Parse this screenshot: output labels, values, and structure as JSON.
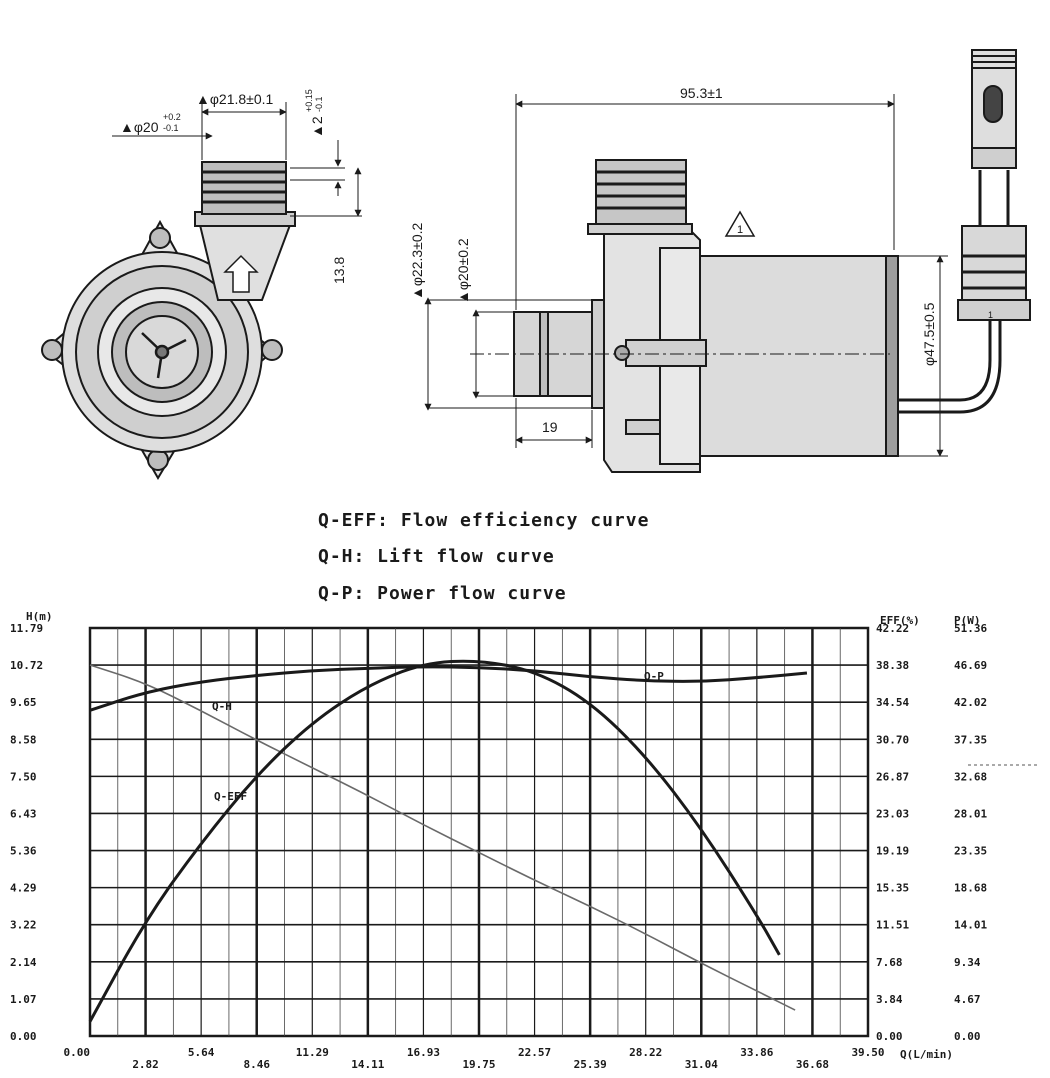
{
  "drawing": {
    "front_view": {
      "dims": {
        "d_outer": "▲φ21.8±0.1",
        "d_inner": "▲φ20",
        "d_inner_tol_plus": "+0.2",
        "d_inner_tol_minus": "-0.1",
        "small": "▲2",
        "small_tol_plus": "+0.15",
        "small_tol_minus": "-0.1",
        "height": "13.8"
      }
    },
    "side_view": {
      "dims": {
        "length": "95.3±1",
        "d_inlet_outer": "▲φ22.3±0.2",
        "d_inlet_inner": "▲φ20±0.2",
        "d_body": "φ47.5±0.5",
        "inlet_len": "19",
        "warning": "1"
      }
    },
    "connector_mark": "1"
  },
  "legend": [
    "Q-EFF: Flow efficiency curve",
    "Q-H: Lift flow curve",
    "Q-P: Power flow curve"
  ],
  "chart_data": {
    "type": "line",
    "left_axis_title": "H(m)",
    "eff_axis_title": "EFF(%)",
    "p_axis_title": "P(W)",
    "x_axis_title": "Q(L/min)",
    "xlim": [
      0,
      39.5
    ],
    "ylim_h": [
      0,
      11.79
    ],
    "x_ticks": [
      "0.00",
      "2.82",
      "5.64",
      "8.46",
      "11.29",
      "14.11",
      "16.93",
      "19.75",
      "22.57",
      "25.39",
      "28.22",
      "31.04",
      "33.86",
      "36.68",
      "39.50"
    ],
    "h_ticks": [
      "0.00",
      "1.07",
      "2.14",
      "3.22",
      "4.29",
      "5.36",
      "6.43",
      "7.50",
      "8.58",
      "9.65",
      "10.72",
      "11.79"
    ],
    "eff_ticks": [
      "0.00",
      "3.84",
      "7.68",
      "11.51",
      "15.35",
      "19.19",
      "23.03",
      "26.87",
      "30.70",
      "34.54",
      "38.38",
      "42.22"
    ],
    "p_ticks": [
      "0.00",
      "4.67",
      "9.34",
      "14.01",
      "18.68",
      "23.35",
      "28.01",
      "32.68",
      "37.35",
      "42.02",
      "46.69",
      "51.36"
    ],
    "series": [
      {
        "name": "Q-H",
        "axis": "H(m)",
        "x": [
          0,
          2.82,
          5.64,
          8.46,
          11.29,
          14.11,
          16.93,
          19.75,
          22.57,
          25.39,
          28.22,
          31.04,
          33.86,
          35.8
        ],
        "values": [
          10.72,
          10.2,
          9.4,
          8.55,
          7.75,
          6.95,
          6.1,
          5.3,
          4.5,
          3.75,
          2.95,
          2.1,
          1.3,
          0.75
        ]
      },
      {
        "name": "Q-EFF",
        "axis": "EFF(%)",
        "x": [
          0,
          2.82,
          5.64,
          8.46,
          11.29,
          14.11,
          16.93,
          19.75,
          22.57,
          25.39,
          28.22,
          31.04,
          33.86,
          35.0
        ],
        "values": [
          1.5,
          12.0,
          20.0,
          27.0,
          32.5,
          36.3,
          38.6,
          38.9,
          37.8,
          34.6,
          29.0,
          21.5,
          12.5,
          8.4
        ]
      },
      {
        "name": "Q-P",
        "axis": "P(W)",
        "x": [
          0,
          2.82,
          5.64,
          8.46,
          11.29,
          14.11,
          16.93,
          19.75,
          22.57,
          25.39,
          28.22,
          31.04,
          33.86,
          36.4
        ],
        "values": [
          41.0,
          43.3,
          44.6,
          45.4,
          46.0,
          46.3,
          46.5,
          46.4,
          46.0,
          45.2,
          44.7,
          44.6,
          45.1,
          45.7
        ]
      }
    ],
    "curve_labels": {
      "h": "Q-H",
      "eff": "Q-EFF",
      "p": "Q-P"
    }
  }
}
